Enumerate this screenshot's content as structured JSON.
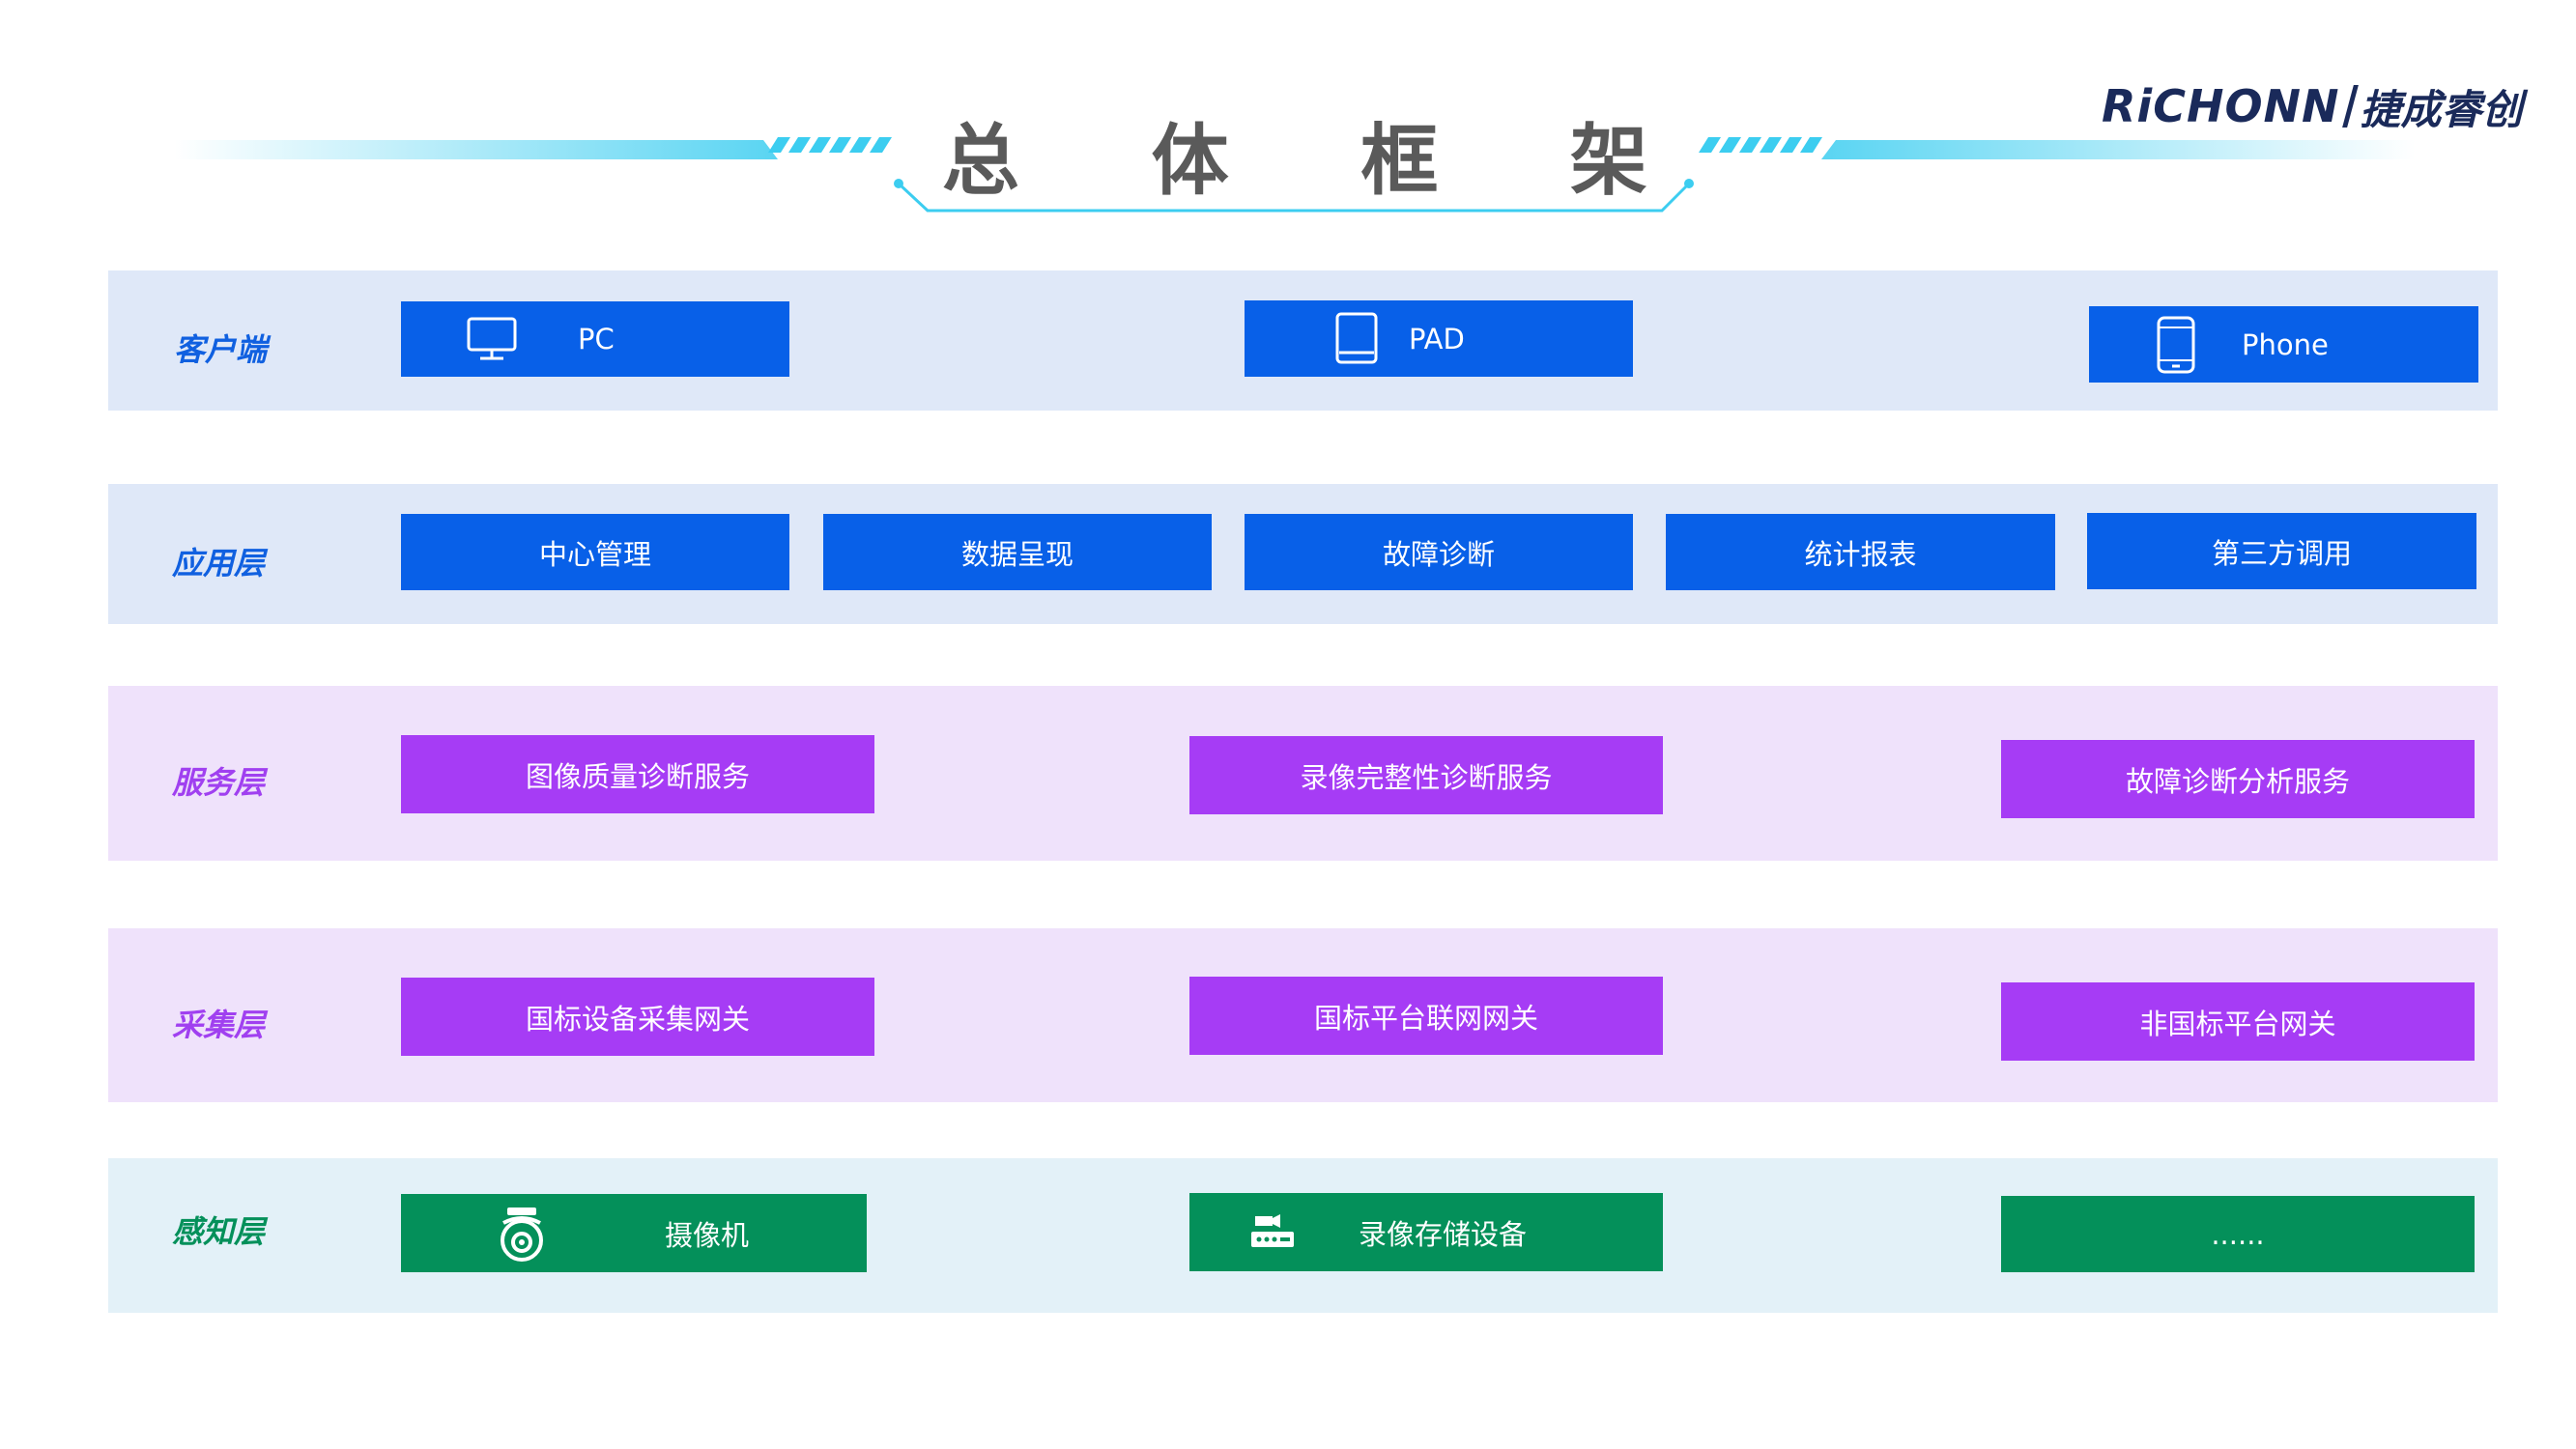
{
  "header": {
    "title_chars": [
      "总",
      "体",
      "框",
      "架"
    ],
    "logo_en": "RiCHONN",
    "logo_cn": "捷成睿创"
  },
  "layers": {
    "client": {
      "label": "客户端",
      "items": [
        {
          "label": "PC",
          "icon": "monitor-icon"
        },
        {
          "label": "PAD",
          "icon": "tablet-icon"
        },
        {
          "label": "Phone",
          "icon": "phone-icon"
        }
      ]
    },
    "application": {
      "label": "应用层",
      "items": [
        "中心管理",
        "数据呈现",
        "故障诊断",
        "统计报表",
        "第三方调用"
      ]
    },
    "service": {
      "label": "服务层",
      "items": [
        "图像质量诊断服务",
        "录像完整性诊断服务",
        "故障诊断分析服务"
      ]
    },
    "collection": {
      "label": "采集层",
      "items": [
        "国标设备采集网关",
        "国标平台联网网关",
        "非国标平台网关"
      ]
    },
    "perception": {
      "label": "感知层",
      "items": [
        {
          "label": "摄像机",
          "icon": "camera-icon"
        },
        {
          "label": "录像存储设备",
          "icon": "video-recorder-icon"
        },
        {
          "label": "......"
        }
      ]
    }
  },
  "colors": {
    "blue_box": "#0860e8",
    "purple_box": "#a63cf5",
    "green_box": "#04905a",
    "blue_label": "#1060e0",
    "purple_label": "#a040f0",
    "green_label": "#04905a",
    "blue_band": "#dfe8f8",
    "purple_band": "#efe2fb",
    "teal_band": "#e3f1f8"
  }
}
